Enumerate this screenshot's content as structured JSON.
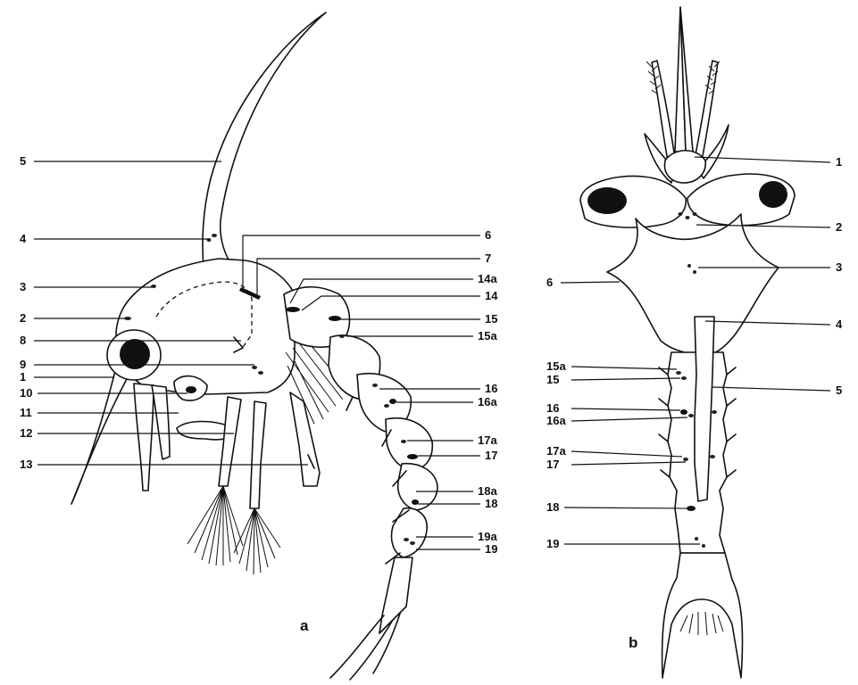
{
  "panels": [
    {
      "id": "a",
      "label": "a"
    },
    {
      "id": "b",
      "label": "b"
    }
  ],
  "labels_a_left": [
    "5",
    "4",
    "3",
    "2",
    "8",
    "9",
    "1",
    "10",
    "11",
    "12",
    "13"
  ],
  "labels_a_right": [
    "6",
    "7",
    "14a",
    "14",
    "15",
    "15a",
    "16",
    "16a",
    "17a",
    "17",
    "18a",
    "18",
    "19a",
    "19"
  ],
  "labels_b_right": [
    "1",
    "2",
    "3",
    "4",
    "5"
  ],
  "labels_b_left": [
    "6",
    "15a",
    "15",
    "16",
    "16a",
    "17a",
    "17",
    "18",
    "19"
  ]
}
